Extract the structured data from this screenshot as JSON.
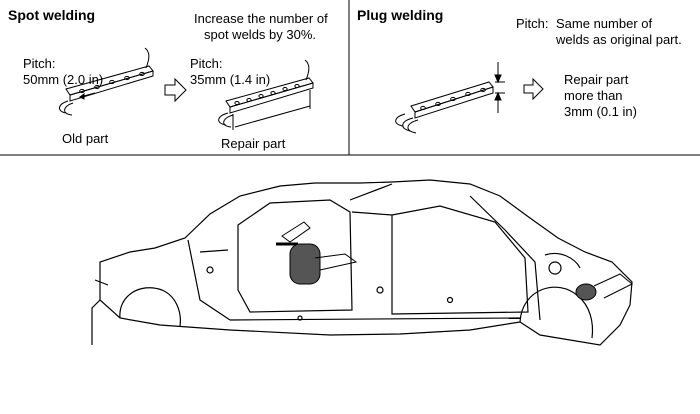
{
  "spot_welding": {
    "title": "Spot welding",
    "instruction_line1": "Increase the number of",
    "instruction_line2": "spot welds by 30%.",
    "old": {
      "pitch_label": "Pitch:",
      "pitch_value": "50mm (2.0 in)",
      "caption": "Old part"
    },
    "repair": {
      "pitch_label": "Pitch:",
      "pitch_value": "35mm (1.4 in)",
      "caption": "Repair part"
    }
  },
  "plug_welding": {
    "title": "Plug welding",
    "pitch_label": "Pitch:",
    "pitch_line1": "Same number of",
    "pitch_line2": "welds as original part.",
    "repair_line1": "Repair part",
    "repair_line2": "more than",
    "repair_line3": "3mm (0.1 in)"
  }
}
